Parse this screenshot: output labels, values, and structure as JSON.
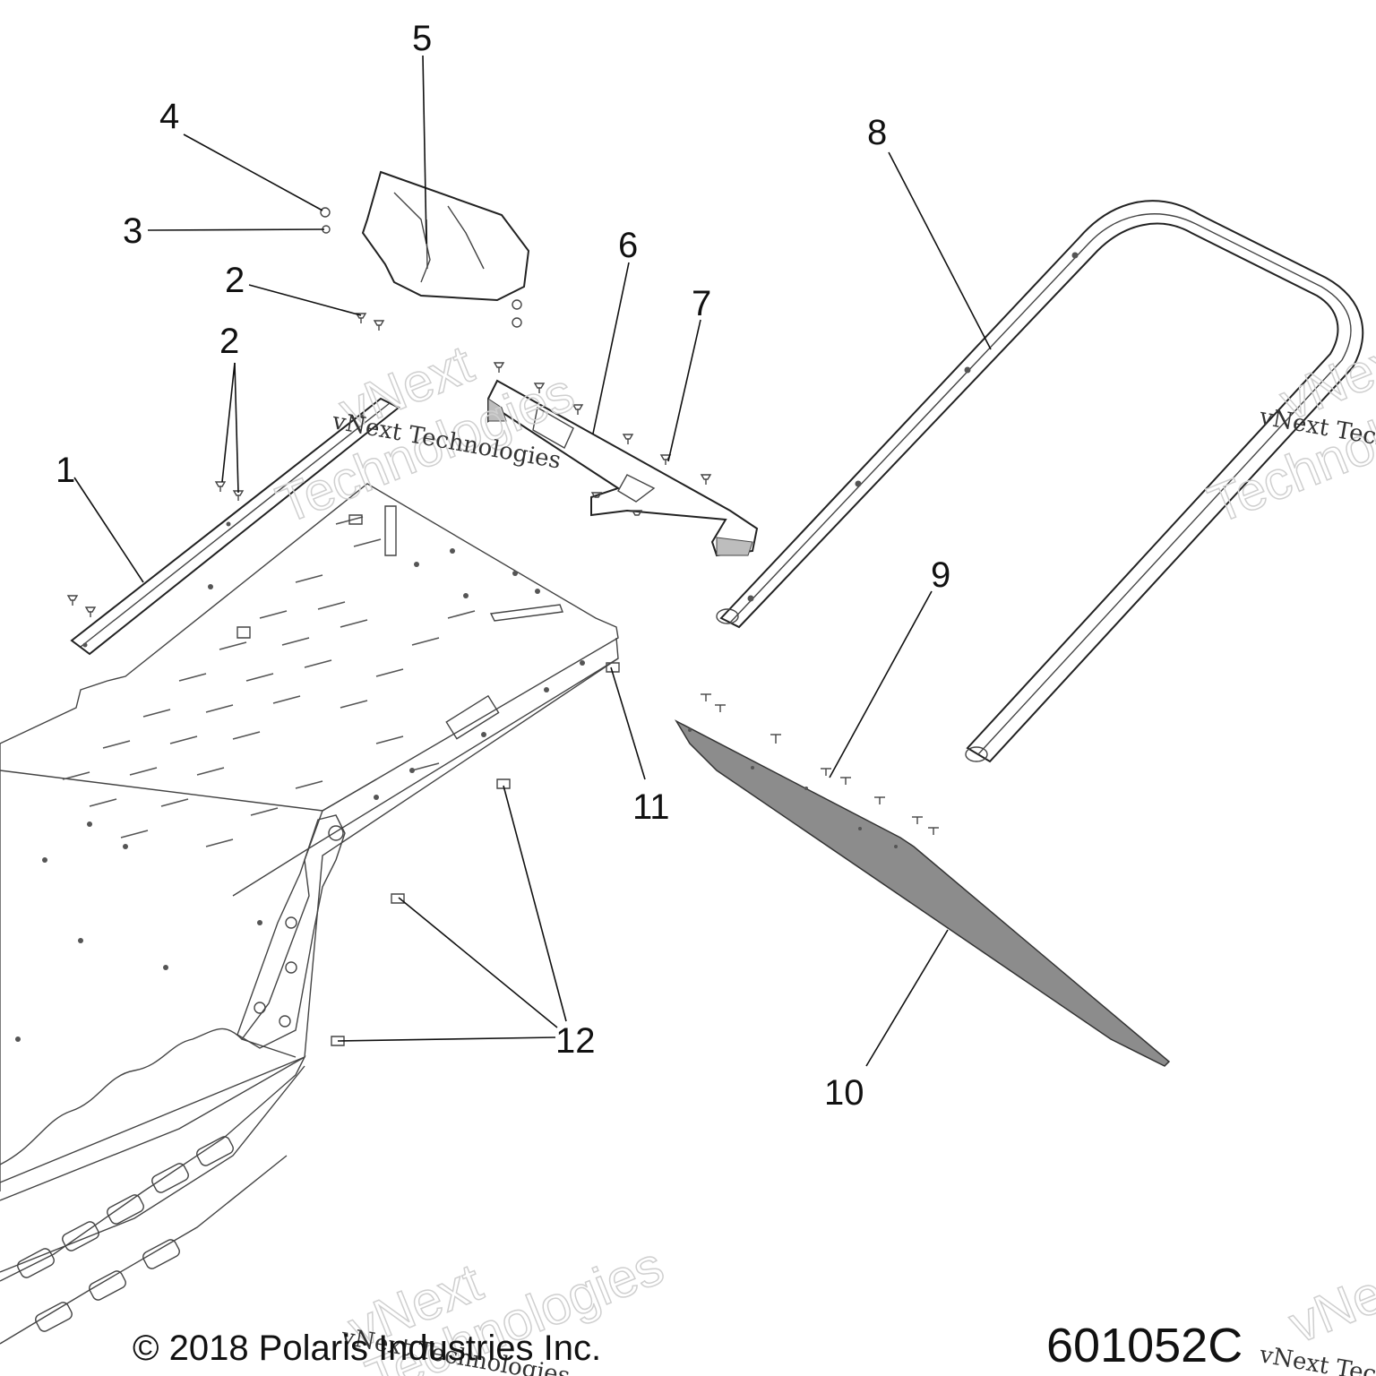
{
  "diagram": {
    "callouts": [
      {
        "id": "1",
        "label": "1"
      },
      {
        "id": "2a",
        "label": "2"
      },
      {
        "id": "2b",
        "label": "2"
      },
      {
        "id": "3",
        "label": "3"
      },
      {
        "id": "4",
        "label": "4"
      },
      {
        "id": "5",
        "label": "5"
      },
      {
        "id": "6",
        "label": "6"
      },
      {
        "id": "7",
        "label": "7"
      },
      {
        "id": "8",
        "label": "8"
      },
      {
        "id": "9",
        "label": "9"
      },
      {
        "id": "10",
        "label": "10"
      },
      {
        "id": "11",
        "label": "11"
      },
      {
        "id": "12",
        "label": "12"
      }
    ],
    "watermark": {
      "line1": "vNext Technologies",
      "outline_line1": "vNext",
      "outline_line2": "Technologies"
    },
    "footer": {
      "copyright": "© 2018 Polaris Industries Inc.",
      "diagram_number": "601052C"
    },
    "colors": {
      "line": "#444444",
      "flap_fill": "#8c8c8c",
      "shield_fill": "#dcdcdc",
      "rail_fill": "#f4f4f4"
    }
  }
}
